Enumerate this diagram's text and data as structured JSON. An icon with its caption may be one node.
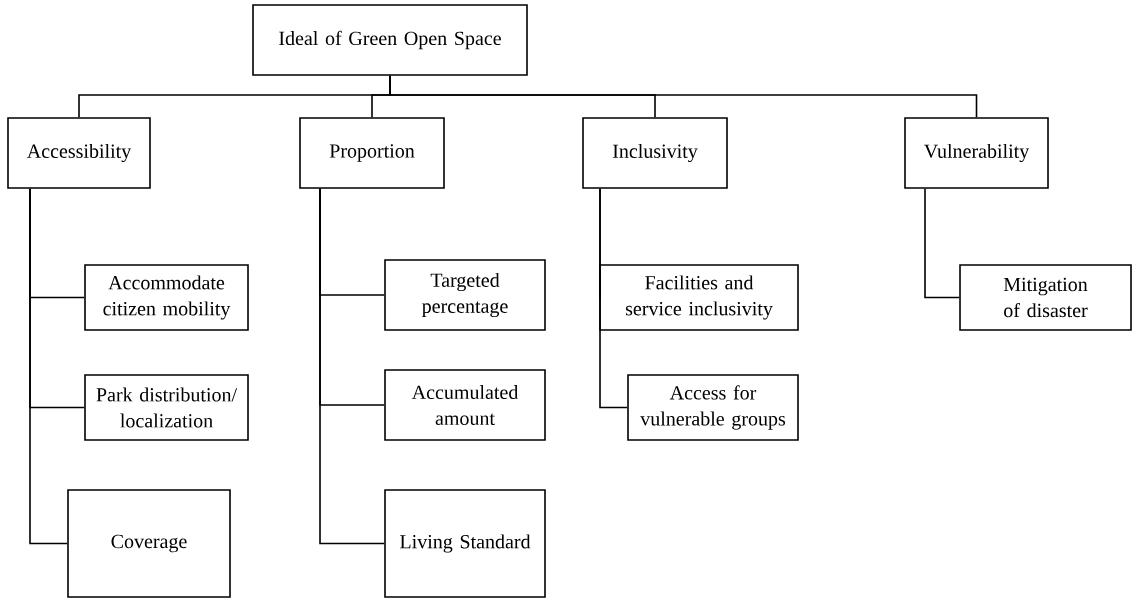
{
  "diagram": {
    "nodes": [
      {
        "text": [
          "Ideal of Green Open Space"
        ]
      },
      {
        "text": [
          "Accessibility"
        ]
      },
      {
        "text": [
          "Proportion"
        ]
      },
      {
        "text": [
          "Inclusivity"
        ]
      },
      {
        "text": [
          "Vulnerability"
        ]
      },
      {
        "text": [
          "Accommodate citizen mobility"
        ]
      },
      {
        "text": [
          "Park distribution/ localization"
        ]
      },
      {
        "text": [
          "Coverage"
        ]
      },
      {
        "text": [
          "Targeted percentage"
        ]
      },
      {
        "text": [
          "Accumulated amount"
        ]
      },
      {
        "text": [
          "Living Standard"
        ]
      },
      {
        "text": [
          "Facilities and service inclusivity"
        ]
      },
      {
        "text": [
          "Access for vulnerable groups"
        ]
      },
      {
        "text": [
          "Mitigation of disaster"
        ]
      }
    ],
    "edges": [
      {
        "from": 0,
        "to": 1,
        "arrow": "none"
      },
      {
        "from": 0,
        "to": 2,
        "arrow": "none"
      },
      {
        "from": 0,
        "to": 3,
        "arrow": "none"
      },
      {
        "from": 0,
        "to": 4,
        "arrow": "none"
      },
      {
        "from": 1,
        "to": 5,
        "arrow": "none"
      },
      {
        "from": 1,
        "to": 6,
        "arrow": "none"
      },
      {
        "from": 1,
        "to": 7,
        "arrow": "none"
      },
      {
        "from": 2,
        "to": 8,
        "arrow": "none"
      },
      {
        "from": 2,
        "to": 9,
        "arrow": "none"
      },
      {
        "from": 2,
        "to": 10,
        "arrow": "none"
      },
      {
        "from": 3,
        "to": 11,
        "arrow": "none"
      },
      {
        "from": 3,
        "to": 12,
        "arrow": "none"
      },
      {
        "from": 4,
        "to": 13,
        "arrow": "none"
      }
    ]
  }
}
